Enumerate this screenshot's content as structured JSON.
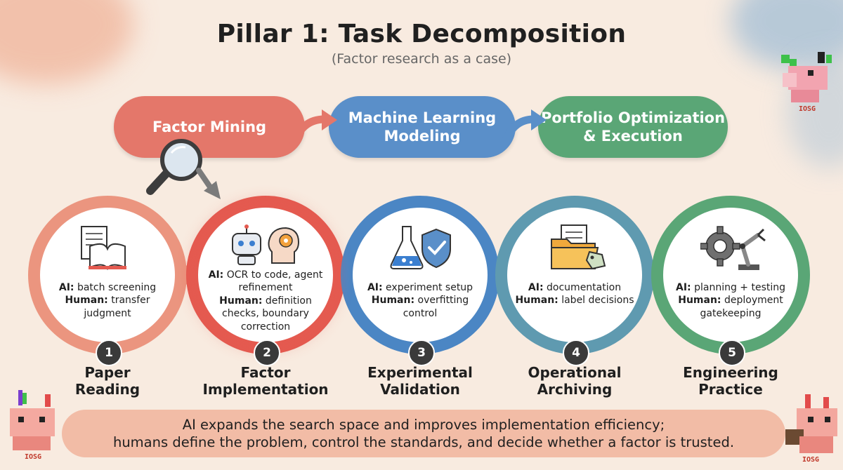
{
  "title": "Pillar 1: Task Decomposition",
  "subtitle": "(Factor research as a case)",
  "colors": {
    "background": "#f8ebe0",
    "factor_mining": "#e4776a",
    "machine_learning": "#5a8fc9",
    "portfolio": "#5aa676",
    "ring1": "#eb957f",
    "ring2": "#e45a50",
    "ring3": "#4b86c4",
    "ring4": "#5f9ab0",
    "ring5": "#5aa676",
    "footer": "#f2bca6"
  },
  "phases": [
    {
      "label": "Factor Mining"
    },
    {
      "label": "Machine Learning\nModeling"
    },
    {
      "label": "Portfolio Optimization\n& Execution"
    }
  ],
  "steps": [
    {
      "number": "1",
      "title_line1": "Paper",
      "title_line2": "Reading",
      "icon": "books-icon",
      "ai_label": "AI:",
      "ai_text": " batch screening",
      "human_label": "Human:",
      "human_text": " transfer judgment"
    },
    {
      "number": "2",
      "title_line1": "Factor",
      "title_line2": "Implementation",
      "icon": "robot-brain-icon",
      "ai_label": "AI:",
      "ai_text": " OCR to code, agent refinement",
      "human_label": "Human:",
      "human_text": " definition checks, boundary correction"
    },
    {
      "number": "3",
      "title_line1": "Experimental",
      "title_line2": "Validation",
      "icon": "flask-shield-icon",
      "ai_label": "AI:",
      "ai_text": " experiment setup",
      "human_label": "Human:",
      "human_text": " overfitting control"
    },
    {
      "number": "4",
      "title_line1": "Operational",
      "title_line2": "Archiving",
      "icon": "folder-icon",
      "ai_label": "AI:",
      "ai_text": " documentation",
      "human_label": "Human:",
      "human_text": " label decisions"
    },
    {
      "number": "5",
      "title_line1": "Engineering",
      "title_line2": "Practice",
      "icon": "gear-robot-arm-icon",
      "ai_label": "AI:",
      "ai_text": " planning + testing",
      "human_label": "Human:",
      "human_text": " deployment gatekeeping"
    }
  ],
  "footer": {
    "line1": "AI expands the search space and improves implementation efficiency;",
    "line2": "humans define the problem, control the standards, and decide whether a factor is trusted."
  },
  "mascot_text": "IOSG"
}
